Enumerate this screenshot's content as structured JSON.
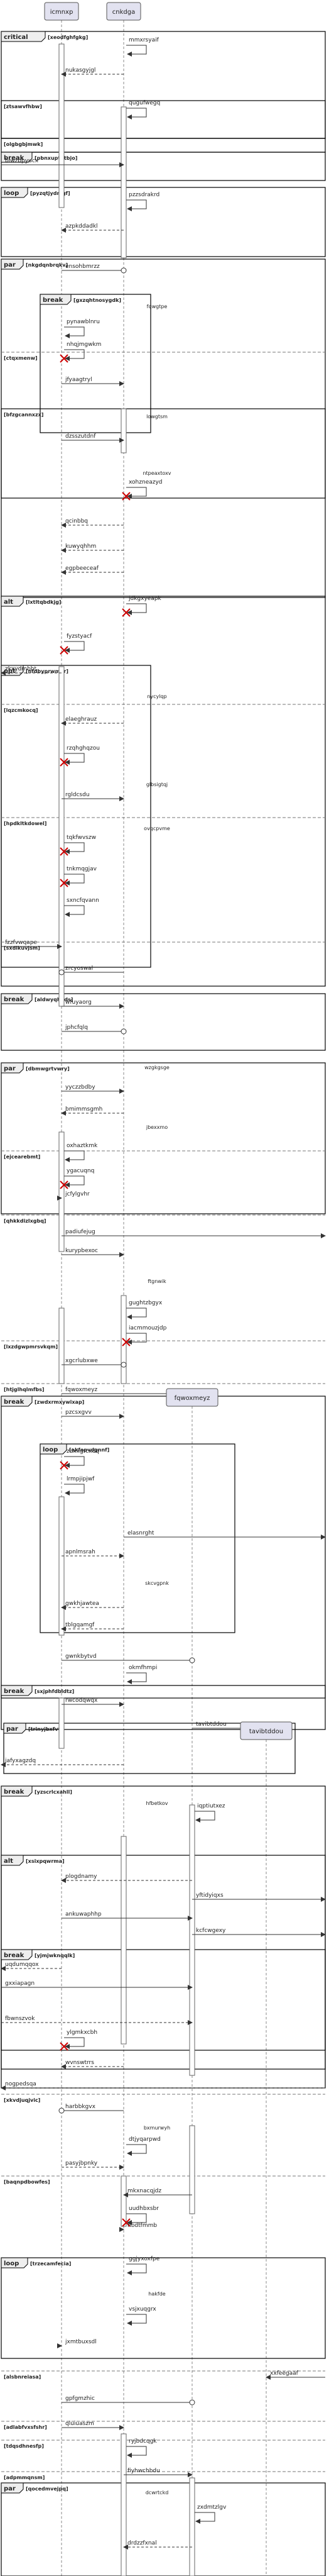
{
  "participants": [
    {
      "id": "p1",
      "label": "icmnxp"
    },
    {
      "id": "p2",
      "label": "cnkdga"
    },
    {
      "id": "p3",
      "label": "fqwoxmeyz"
    },
    {
      "id": "p4",
      "label": "tavibtddou"
    }
  ],
  "fragments": [
    {
      "kind": "critical",
      "guard": "[xeodfghfgkg]"
    },
    {
      "kind": "",
      "guard": "[ztsawvfhbw]"
    },
    {
      "kind": "",
      "guard": "[olgbgbjmwk]"
    },
    {
      "kind": "break",
      "guard": "[pbnxuptutbjo]"
    },
    {
      "kind": "loop",
      "guard": "[pyzqtjydmgf]"
    },
    {
      "kind": "par",
      "guard": "[nkgdqnbrqkv]"
    },
    {
      "kind": "break",
      "guard": "[gxzqhtnosygdk]"
    },
    {
      "kind": "",
      "guard": "[ctqxmenw]"
    },
    {
      "kind": "",
      "guard": "[bfzgcannxzx]"
    },
    {
      "kind": "alt",
      "guard": "[lxtltqbdkjg]"
    },
    {
      "kind": "opt",
      "guard": "[nfdbyprwmer]"
    },
    {
      "kind": "",
      "guard": "[lqzcmkocq]"
    },
    {
      "kind": "",
      "guard": "[hpdkltkdowel]"
    },
    {
      "kind": "",
      "guard": "[sxdlkuvjsm]"
    },
    {
      "kind": "break",
      "guard": "[aldwyqhbds]"
    },
    {
      "kind": "par",
      "guard": "[dbmwgrtvwry]"
    },
    {
      "kind": "",
      "guard": "[ejcearebmt]"
    },
    {
      "kind": "",
      "guard": "[qhkkdizlxgbq]"
    },
    {
      "kind": "",
      "guard": "[lxzdgwpmrsvkqm]"
    },
    {
      "kind": "",
      "guard": "[htjglhqlmfbs]"
    },
    {
      "kind": "break",
      "guard": "[zwdxrmxywixap]"
    },
    {
      "kind": "loop",
      "guard": "[akfopvdgnnf]"
    },
    {
      "kind": "break",
      "guard": "[sxjphfdbldtz]"
    },
    {
      "kind": "par",
      "guard": "[trinyjbxfvv]"
    },
    {
      "kind": "break",
      "guard": "[yzscrlcxahll]"
    },
    {
      "kind": "alt",
      "guard": "[xsixpqwrma]"
    },
    {
      "kind": "break",
      "guard": "[yjmjwknqqlk]"
    },
    {
      "kind": "",
      "guard": "[xkvdjuqjvic]"
    },
    {
      "kind": "",
      "guard": "[baqnpdbowfes]"
    },
    {
      "kind": "loop",
      "guard": "[trzecamfecia]"
    },
    {
      "kind": "",
      "guard": "[alsbnreiasa]"
    },
    {
      "kind": "",
      "guard": "[adlabfvxsfshr]"
    },
    {
      "kind": "",
      "guard": "[tdqsdhnesfp]"
    },
    {
      "kind": "",
      "guard": "[adpmmqnsm]"
    },
    {
      "kind": "par",
      "guard": "[qocedmvejpq]"
    }
  ],
  "messages": [
    {
      "text": "mmxrsyaif"
    },
    {
      "text": "nukasgyjgl"
    },
    {
      "text": "qugufwegq"
    },
    {
      "text": "biwzbpyucx"
    },
    {
      "text": "pzzsdrakrd"
    },
    {
      "text": "azpkddadkl"
    },
    {
      "text": "ensohbmrzz"
    },
    {
      "text": "fqwgtpe"
    },
    {
      "text": "pynawblnru"
    },
    {
      "text": "nhqjmgwkm"
    },
    {
      "text": "jfyaagtryl"
    },
    {
      "text": "lowgtsm"
    },
    {
      "text": "dzsszutdnf"
    },
    {
      "text": "ntpeaxtoxv"
    },
    {
      "text": "xohzneazyd"
    },
    {
      "text": "qcinbbq"
    },
    {
      "text": "kuwyqhhm"
    },
    {
      "text": "egpbeeceaf"
    },
    {
      "text": "jdkgxyeapk"
    },
    {
      "text": "fyzstyacf"
    },
    {
      "text": "zkxydmbbt"
    },
    {
      "text": "nycylqp"
    },
    {
      "text": "elaeghrauz"
    },
    {
      "text": "rzqhghqzou"
    },
    {
      "text": "glbsigtqj"
    },
    {
      "text": "rgldcsdu"
    },
    {
      "text": "ovqcpvme"
    },
    {
      "text": "tqkfwvszw"
    },
    {
      "text": "tnkmqgjav"
    },
    {
      "text": "sxncfqvann"
    },
    {
      "text": "fzzfvwqape"
    },
    {
      "text": "zrcyoswal"
    },
    {
      "text": "wfuyaorg"
    },
    {
      "text": "jphcfqlq"
    },
    {
      "text": "wzgkgsge"
    },
    {
      "text": "yyczzbdby"
    },
    {
      "text": "bmimmsgmh"
    },
    {
      "text": "jbexxmo"
    },
    {
      "text": "oxhaztkmk"
    },
    {
      "text": "ygacuqnq"
    },
    {
      "text": "jcfylgvhr"
    },
    {
      "text": "padiufejug"
    },
    {
      "text": "kurypbexoc"
    },
    {
      "text": "ftgnwik"
    },
    {
      "text": "gughtzbgyx"
    },
    {
      "text": "iacmmouzjdp"
    },
    {
      "text": "xgcrlubxwe"
    },
    {
      "text": "fqwoxmeyz"
    },
    {
      "text": "pzcsxgvv"
    },
    {
      "text": "zdxkgrcxdq"
    },
    {
      "text": "lrmpjipjwf"
    },
    {
      "text": "elasnrght"
    },
    {
      "text": "apnlmsrah"
    },
    {
      "text": "skcvgpnk"
    },
    {
      "text": "gwkhjawtea"
    },
    {
      "text": "tblgqamgf"
    },
    {
      "text": "gwnkbytvd"
    },
    {
      "text": "okmfhmpi"
    },
    {
      "text": "rwcodqwqx"
    },
    {
      "text": "tavibtddou"
    },
    {
      "text": "jafyxagzdq"
    },
    {
      "text": "hfbetkov"
    },
    {
      "text": "iqptiutxez"
    },
    {
      "text": "plogdnamy"
    },
    {
      "text": "yftidyiqxs"
    },
    {
      "text": "ankuwaphhp"
    },
    {
      "text": "kcfcwgexy"
    },
    {
      "text": "uqdumqqox"
    },
    {
      "text": "gxxiapagn"
    },
    {
      "text": "fbwnszvok"
    },
    {
      "text": "ylgmkxcbh"
    },
    {
      "text": "wvnswtrrs"
    },
    {
      "text": "nogpedsqa"
    },
    {
      "text": "harbbkgvx"
    },
    {
      "text": "bxmurwyh"
    },
    {
      "text": "dtjyqarpwd"
    },
    {
      "text": "pasyjbpnky"
    },
    {
      "text": "mkxnacqjdz"
    },
    {
      "text": "uudhbxsbr"
    },
    {
      "text": "hbdtfmmb"
    },
    {
      "text": "ggjyxoxfpe"
    },
    {
      "text": "hakfde"
    },
    {
      "text": "vsjxuqgrx"
    },
    {
      "text": "jxmtbuxsdl"
    },
    {
      "text": "xxfeegaaf"
    },
    {
      "text": "gpfgmzhic"
    },
    {
      "text": "qluiuaszm"
    },
    {
      "text": "ryjbdcqgk"
    },
    {
      "text": "fiyhwchbdu"
    },
    {
      "text": "dcwrtckd"
    },
    {
      "text": "zxdmtzlgv"
    },
    {
      "text": "drdzzfxnal"
    }
  ]
}
